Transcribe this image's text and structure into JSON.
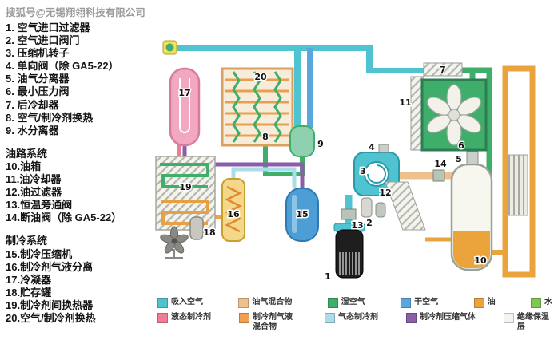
{
  "watermark": "搜狐号@无锡翔翎科技有限公司",
  "parts": {
    "air": [
      "1. 空气进口过滤器",
      "2. 空气进口阀门",
      "3. 压缩机转子",
      "4. 单向阀（除 GA5-22）",
      "5. 油气分离器",
      "6. 最小压力阀",
      "7. 后冷却器",
      "8. 空气/制冷剂换热",
      "9. 水分离器"
    ],
    "oil_title": "油路系统",
    "oil": [
      "10.油箱",
      "11.油冷却器",
      "12.油过滤器",
      "13.恒温旁通阀",
      "14.断油阀（除 GA5-22）"
    ],
    "refrig_title": "制冷系统",
    "refrig": [
      "15.制冷压缩机",
      "16.制冷剂气液分离",
      "17.冷凝器",
      "18.贮存罐",
      "19.制冷剂间换热器",
      "20.空气/制冷剂换热"
    ]
  },
  "diagram": {
    "labels": [
      "1",
      "2",
      "3",
      "4",
      "5",
      "6",
      "7",
      "8",
      "9",
      "10",
      "11",
      "12",
      "13",
      "14",
      "15",
      "16",
      "17",
      "18",
      "19",
      "20"
    ]
  },
  "legend": {
    "row1": [
      {
        "label": "吸入空气",
        "color": "#4fc3cf"
      },
      {
        "label": "油气混合物",
        "color": "#eec08e"
      },
      {
        "label": "湿空气",
        "color": "#3fae6a"
      },
      {
        "label": "干空气",
        "color": "#5aa7dc"
      },
      {
        "label": "油",
        "color": "#eaa43b"
      },
      {
        "label": "水",
        "color": "#7dc855"
      }
    ],
    "row2": [
      {
        "label": "液态制冷剂",
        "color": "#ef7d95"
      },
      {
        "label": "制冷剂气液混合物",
        "color": "#f0a050"
      },
      {
        "label": "气态制冷剂",
        "color": "#aadcec"
      },
      {
        "label": "制冷剂压缩气体",
        "color": "#8a5fa8"
      },
      {
        "label": "绝缘保温层",
        "color": "#f4f4ee"
      }
    ]
  }
}
